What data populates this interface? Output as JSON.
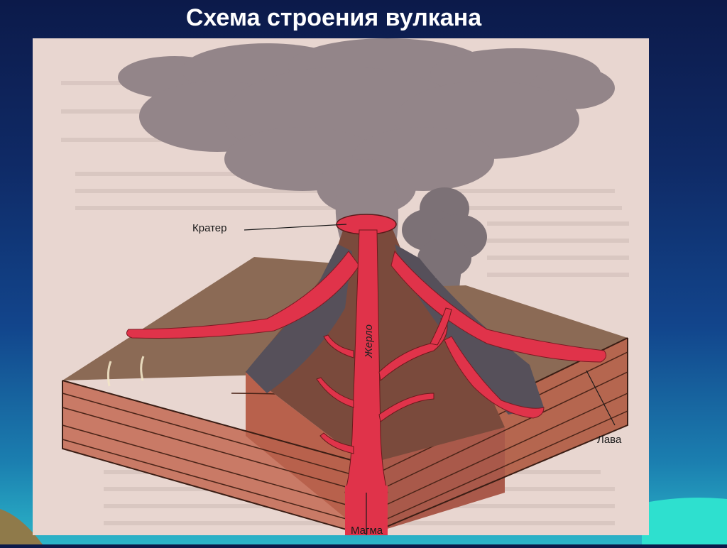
{
  "slide": {
    "title": "Схема строения вулкана",
    "background_color": "#0f2a66",
    "accent_color": "#2bb5c8"
  },
  "diagram": {
    "labels": {
      "crater": "Кратер",
      "vent": "Жерло",
      "lava": "Лава",
      "magma": "Магма"
    },
    "colors": {
      "magma": "#e0334a",
      "rock": "#8a5540",
      "ash": "#5a5358",
      "smoke": "#8c8085",
      "ground_top": "#8b6a55"
    }
  }
}
